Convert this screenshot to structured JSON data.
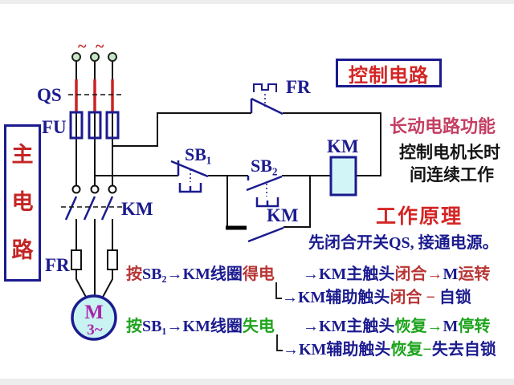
{
  "labels": {
    "tilde1": "~",
    "tilde2": "~",
    "qs": "QS",
    "fu": "FU",
    "km_main": "KM",
    "fr_main": "FR",
    "fr_ctrl": "FR",
    "sb1": "SB₁",
    "sb2": "SB₂",
    "km_aux": "KM",
    "km_coil": "KM",
    "motor_m": "M",
    "motor_3": "3~",
    "main_box": [
      "主",
      "电",
      "路"
    ]
  },
  "titles": {
    "control_box": "控制电路",
    "feature_title": "长动电路功能",
    "feature_desc1": "控制电机长时",
    "feature_desc2": "间连续工作",
    "principle_title": "工作原理",
    "principle_text": "先闭合开关QS, 接通电源。"
  },
  "steps": {
    "line1a": [
      {
        "t": "按",
        "c": "c-red"
      },
      {
        "t": "SB₂→KM线圈",
        "c": "c-blue"
      },
      {
        "t": "得电",
        "c": "c-red"
      }
    ],
    "line1b": [
      {
        "t": "→KM主触头",
        "c": "c-blue"
      },
      {
        "t": "闭合→",
        "c": "c-red"
      },
      {
        "t": "M",
        "c": "c-blue"
      },
      {
        "t": "运转",
        "c": "c-red"
      }
    ],
    "line2": [
      {
        "t": "→KM辅助触头",
        "c": "c-blue"
      },
      {
        "t": "闭合",
        "c": "c-red"
      },
      {
        "t": " − ",
        "c": "c-red"
      },
      {
        "t": "自锁",
        "c": "c-blue"
      }
    ],
    "line3a": [
      {
        "t": "按",
        "c": "c-green"
      },
      {
        "t": "SB₁→KM线圈",
        "c": "c-blue"
      },
      {
        "t": "失电",
        "c": "c-green"
      }
    ],
    "line3b": [
      {
        "t": "→KM主触头",
        "c": "c-blue"
      },
      {
        "t": "恢复→",
        "c": "c-green"
      },
      {
        "t": "M",
        "c": "c-blue"
      },
      {
        "t": "停转",
        "c": "c-green"
      }
    ],
    "line4": [
      {
        "t": "→KM辅助触头",
        "c": "c-blue"
      },
      {
        "t": "恢复−",
        "c": "c-green"
      },
      {
        "t": "失去自锁",
        "c": "c-blue"
      }
    ]
  },
  "colors": {
    "wire": "#111111",
    "navy_label": "#1b1b8f",
    "qs_blade_red": "#cc2222",
    "step_red": "#b83535",
    "step_green": "#1ea41e",
    "title_red": "#d42525",
    "feature_rose": "#c43f63",
    "motor_text_magenta": "#a926a9",
    "motor_fill": "#c9f2f2",
    "coil_fill": "#d2f5f7",
    "terminal_fill": "#c6e8c6"
  }
}
